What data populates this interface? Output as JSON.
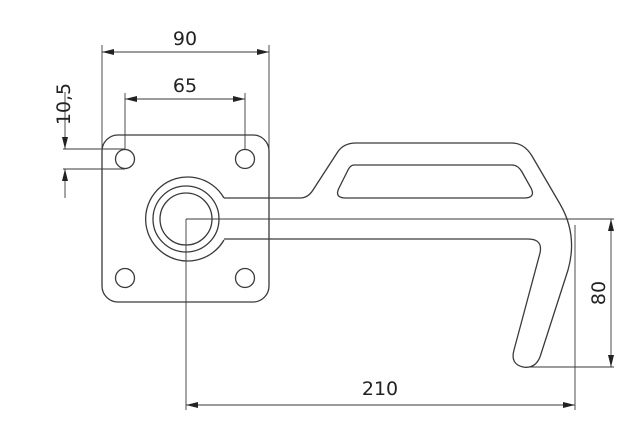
{
  "drawing": {
    "title": "Bracket with swivel hub - dimensioned drawing",
    "dimensions": {
      "plate_width": "90",
      "hole_spacing": "65",
      "hole_diameter": "10,5",
      "arm_length": "210",
      "hook_height": "80"
    }
  }
}
